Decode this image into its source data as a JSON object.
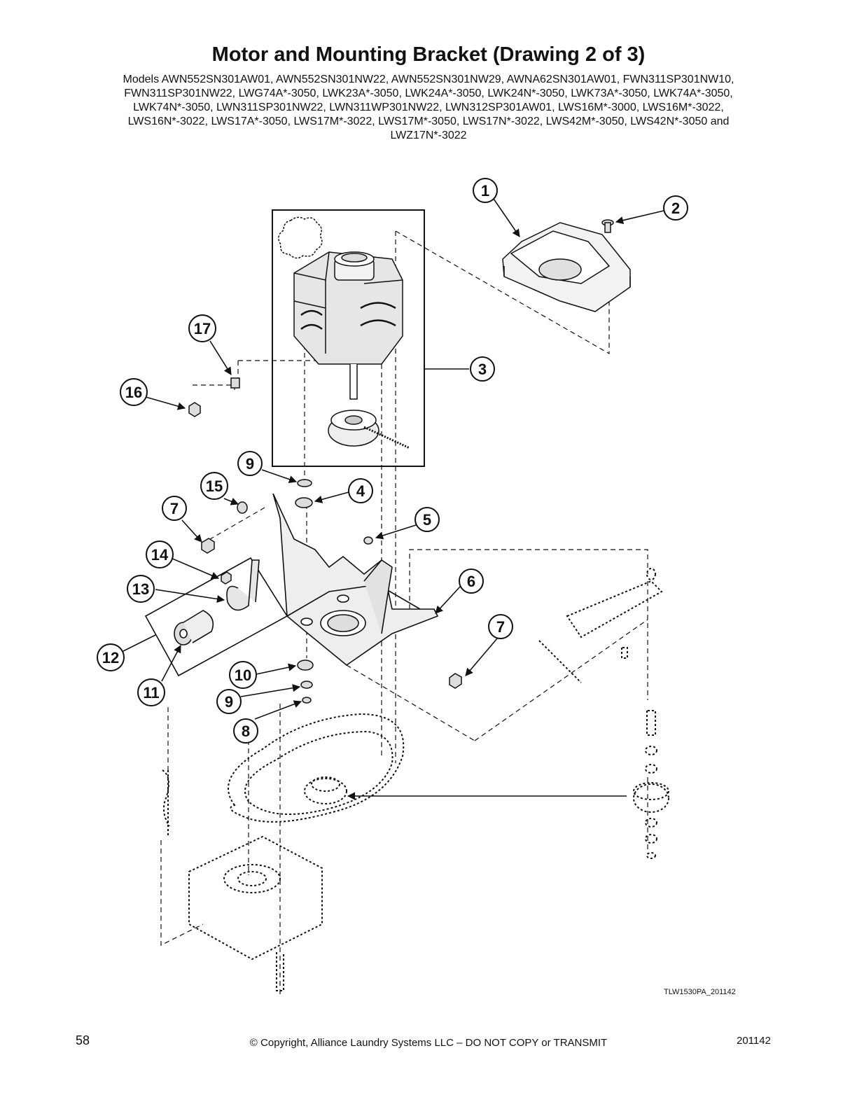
{
  "header": {
    "title": "Motor and Mounting Bracket (Drawing 2 of 3)",
    "models_lines": [
      "Models AWN552SN301AW01, AWN552SN301NW22, AWN552SN301NW29, AWNA62SN301AW01, FWN311SP301NW10,",
      "FWN311SP301NW22, LWG74A*-3050, LWK23A*-3050, LWK24A*-3050, LWK24N*-3050, LWK73A*-3050, LWK74A*-3050,",
      "LWK74N*-3050, LWN311SP301NW22, LWN311WP301NW22, LWN312SP301AW01, LWS16M*-3000, LWS16M*-3022,",
      "LWS16N*-3022, LWS17A*-3050, LWS17M*-3022, LWS17M*-3050, LWS17N*-3022, LWS42M*-3050, LWS42N*-3050 and",
      "LWZ17N*-3022"
    ]
  },
  "callouts": [
    {
      "id": "c1",
      "label": "1"
    },
    {
      "id": "c2",
      "label": "2"
    },
    {
      "id": "c3",
      "label": "3"
    },
    {
      "id": "c4",
      "label": "4"
    },
    {
      "id": "c5",
      "label": "5"
    },
    {
      "id": "c6",
      "label": "6"
    },
    {
      "id": "c7a",
      "label": "7"
    },
    {
      "id": "c7b",
      "label": "7"
    },
    {
      "id": "c8",
      "label": "8"
    },
    {
      "id": "c9a",
      "label": "9"
    },
    {
      "id": "c9b",
      "label": "9"
    },
    {
      "id": "c10",
      "label": "10"
    },
    {
      "id": "c11",
      "label": "11"
    },
    {
      "id": "c12",
      "label": "12"
    },
    {
      "id": "c13",
      "label": "13"
    },
    {
      "id": "c14",
      "label": "14"
    },
    {
      "id": "c15",
      "label": "15"
    },
    {
      "id": "c16",
      "label": "16"
    },
    {
      "id": "c17",
      "label": "17"
    }
  ],
  "drawing_id": "TLW1530PA_201142",
  "footer": {
    "page_number": "58",
    "copyright": "© Copyright, Alliance Laundry Systems LLC – DO NOT COPY or TRANSMIT",
    "date_code": "201142"
  },
  "colors": {
    "ink": "#111111",
    "background": "#ffffff"
  }
}
